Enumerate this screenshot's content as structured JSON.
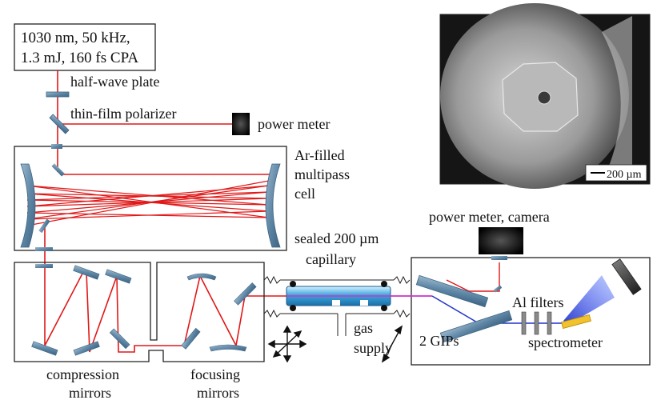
{
  "source_box": {
    "line1": "1030 nm, 50 kHz,",
    "line2": "1.3 mJ, 160 fs CPA"
  },
  "labels": {
    "half_wave_plate": "half-wave plate",
    "thin_film_polarizer": "thin-film polarizer",
    "power_meter": "power meter",
    "mpc_line1": "Ar-filled",
    "mpc_line2": "multipass",
    "mpc_line3": "cell",
    "capillary_line1": "sealed 200 µm",
    "capillary_line2": "capillary",
    "power_meter_camera": "power meter, camera",
    "al_filters": "Al filters",
    "gips": "2 GIPs",
    "spectrometer": "spectrometer",
    "gas_line1": "gas",
    "gas_line2": "supply",
    "compression_line1": "compression",
    "compression_line2": "mirrors",
    "focusing_line1": "focusing",
    "focusing_line2": "mirrors"
  },
  "inset": {
    "scale_bar": "200 µm"
  },
  "colors": {
    "beam": "#e01818",
    "mirror": "#6a8fab",
    "xuv": "#2233cc",
    "output_beam": "#cc33cc",
    "capillary": "#3ea6dc"
  }
}
